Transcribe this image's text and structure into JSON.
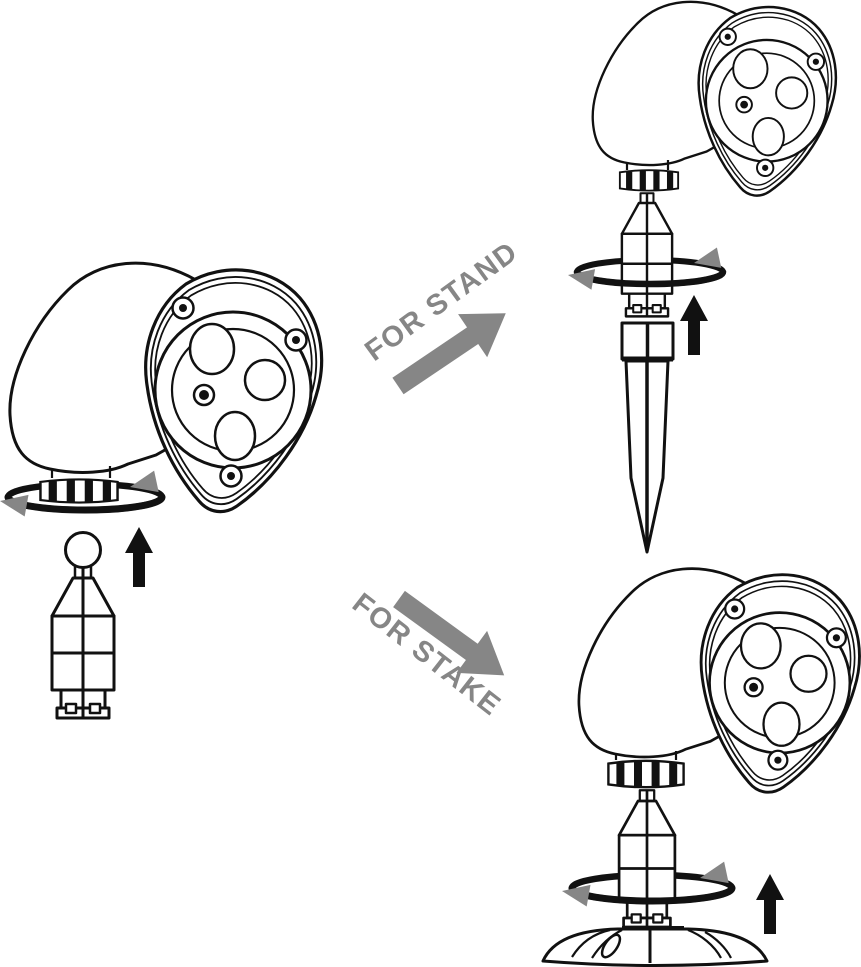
{
  "diagram": {
    "labels": {
      "for_stand": "FOR STAND",
      "for_stake": "FOR STAKE"
    },
    "colors": {
      "line": "#111111",
      "gray": "#868686",
      "background": "#ffffff"
    },
    "icons": [
      "rotate-arrow-icon",
      "up-arrow-icon",
      "direction-arrow-icon",
      "projector-head",
      "mounting-knob",
      "ball-mount-connector",
      "threaded-connector",
      "ground-spike",
      "round-base-stand"
    ]
  }
}
